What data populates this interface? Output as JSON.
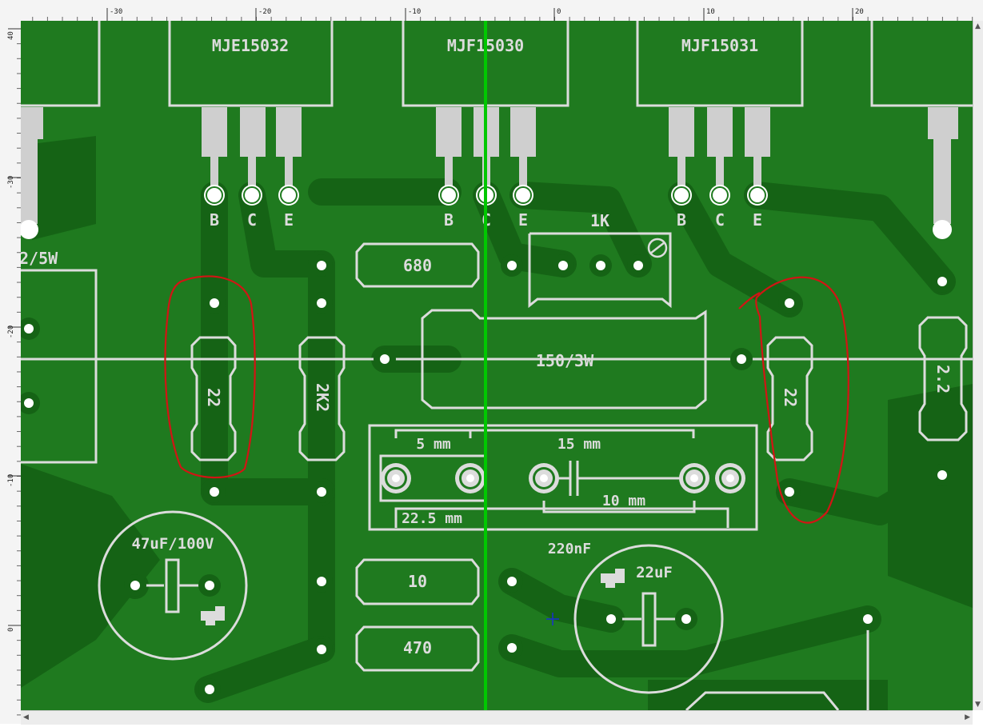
{
  "ruler": {
    "unit": "mm",
    "top_ticks": [
      "-30",
      "-20",
      "-10",
      "0",
      "10",
      "20"
    ],
    "left_ticks": [
      "40",
      "-30",
      "-20",
      "-10",
      "0"
    ]
  },
  "colors": {
    "board": "#1f7a1f",
    "copper_dark": "#156315",
    "silk": "#dcdcdc",
    "guide": "#00c800",
    "markup": "#d21414"
  },
  "transistors": [
    {
      "name": "MJE15032",
      "pins": [
        "B",
        "C",
        "E"
      ]
    },
    {
      "name": "MJF15030",
      "pins": [
        "B",
        "C",
        "E"
      ]
    },
    {
      "name": "MJF15031",
      "pins": [
        "B",
        "C",
        "E"
      ]
    }
  ],
  "resistors": {
    "r680": "680",
    "r150": "150/3W",
    "r22_left": "22",
    "r2k2": "2K2",
    "r22_right": "22",
    "r2_2": "2.2",
    "r10": "10",
    "r470": "470",
    "r2_5w": "2/5W"
  },
  "trimmer": {
    "label": "1K"
  },
  "capacitor_block": {
    "dim_5mm": "5 mm",
    "dim_15mm": "15 mm",
    "dim_10mm": "10 mm",
    "dim_22_5mm": "22.5 mm",
    "label": "220nF"
  },
  "electrolytics": {
    "left": "47uF/100V",
    "right": "22uF"
  },
  "icons": [
    "crosshair-icon",
    "scroll-arrow-icon"
  ]
}
